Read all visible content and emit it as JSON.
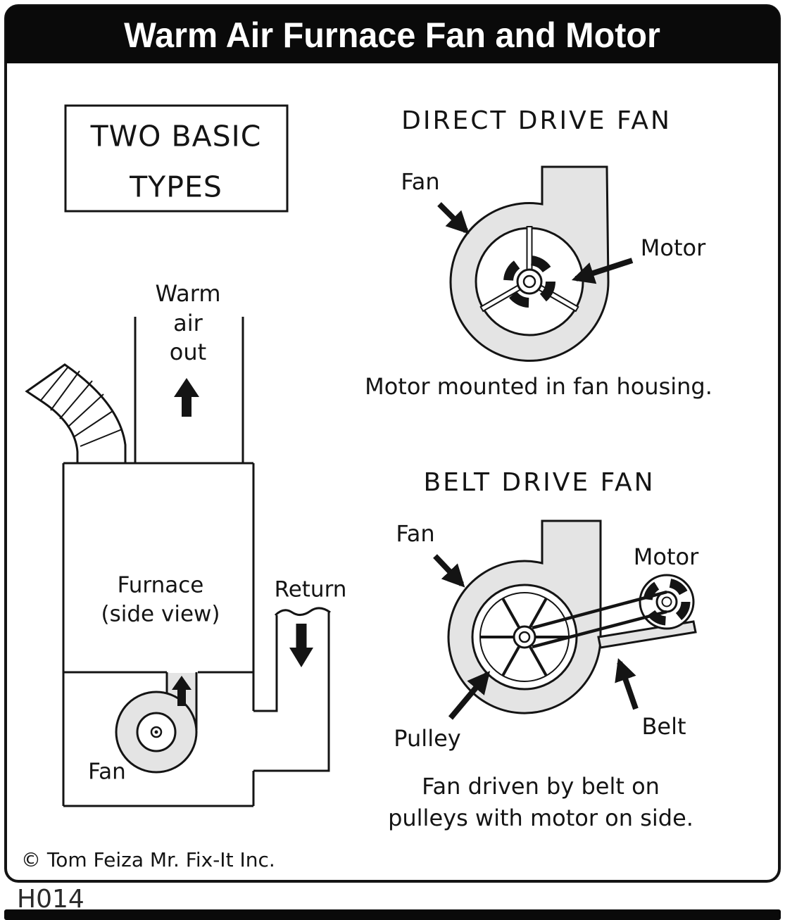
{
  "title": "Warm Air Furnace Fan and Motor",
  "types_box": {
    "line1": "TWO BASIC",
    "line2": "TYPES"
  },
  "furnace_view": {
    "warm_air_line1": "Warm",
    "warm_air_line2": "air",
    "warm_air_line3": "out",
    "name_line1": "Furnace",
    "name_line2": "(side view)",
    "return_label": "Return",
    "fan_label": "Fan"
  },
  "direct_drive": {
    "heading": "DIRECT DRIVE FAN",
    "fan_label": "Fan",
    "motor_label": "Motor",
    "caption": "Motor mounted in fan housing."
  },
  "belt_drive": {
    "heading": "BELT DRIVE FAN",
    "fan_label": "Fan",
    "motor_label": "Motor",
    "pulley_label": "Pulley",
    "belt_label": "Belt",
    "caption_line1": "Fan driven by belt on",
    "caption_line2": "pulleys with motor on side."
  },
  "footer": {
    "copyright": "© Tom Feiza Mr. Fix-It Inc.",
    "diagram_code": "H014"
  },
  "colors": {
    "housing_fill": "#e4e4e4",
    "ink": "#141414",
    "title_bar": "#0a0a0a"
  }
}
